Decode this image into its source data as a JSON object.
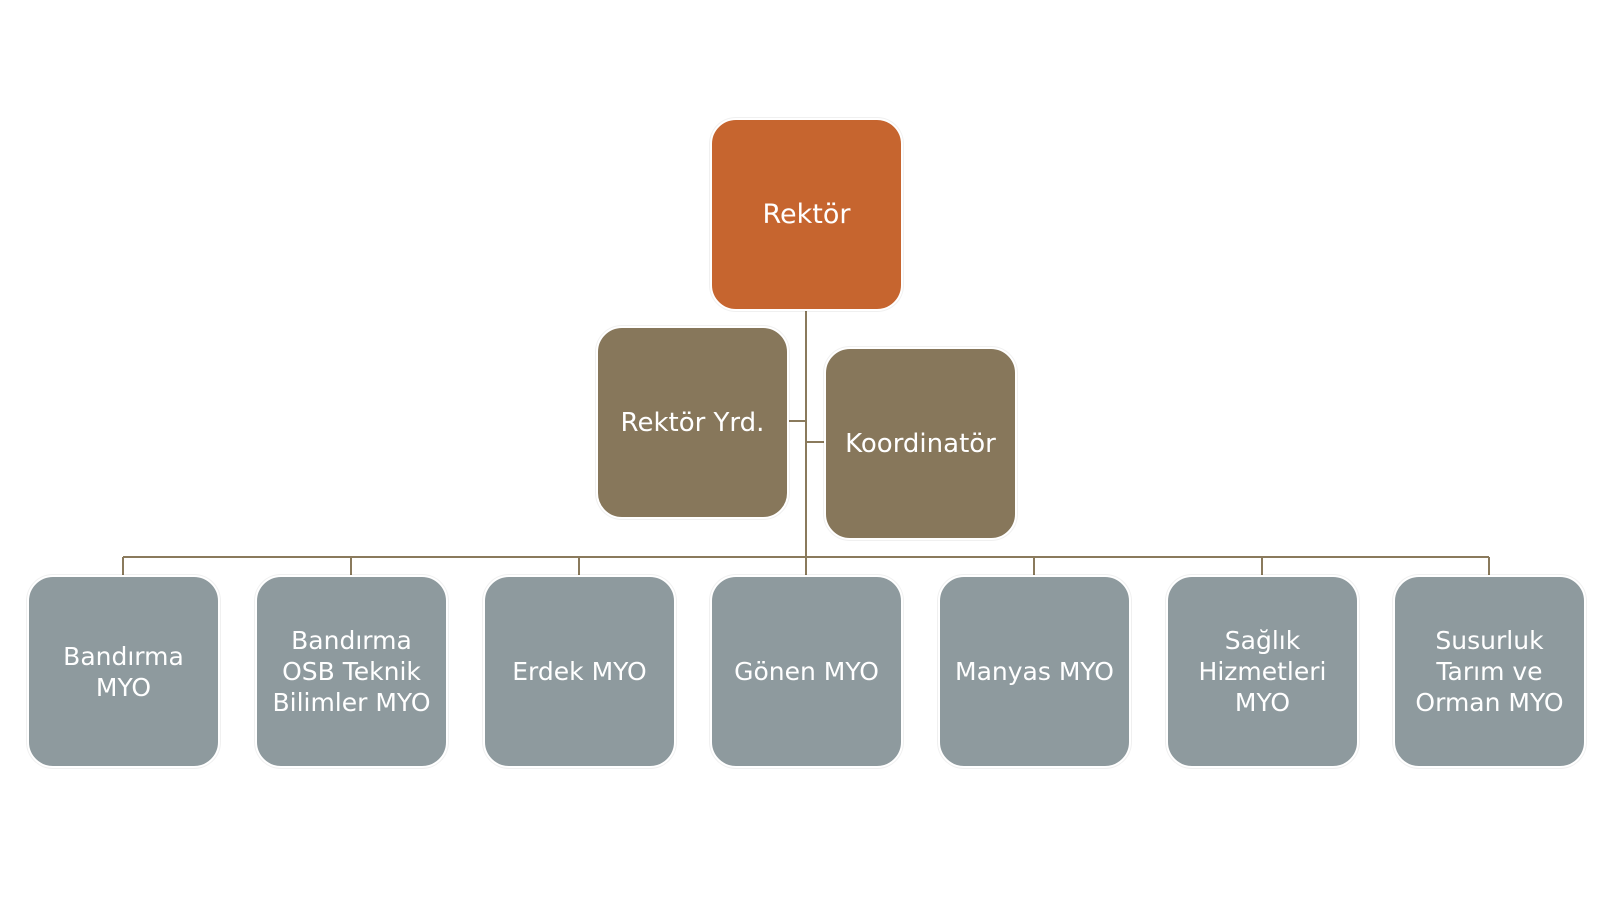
{
  "diagram": {
    "root": {
      "label": "Rektör",
      "color": "#c6652f"
    },
    "assistants": [
      {
        "label": "Rektör Yrd.",
        "color": "#87775b"
      },
      {
        "label": "Koordinatör",
        "color": "#87775b"
      }
    ],
    "units": [
      {
        "label": "Bandırma\nMYO"
      },
      {
        "label": "Bandırma\nOSB Teknik\nBilimler MYO"
      },
      {
        "label": "Erdek MYO"
      },
      {
        "label": "Gönen MYO"
      },
      {
        "label": "Manyas MYO"
      },
      {
        "label": "Sağlık\nHizmetleri\nMYO"
      },
      {
        "label": "Susurluk\nTarım ve\nOrman MYO"
      }
    ],
    "unit_color": "#8e9a9e",
    "connector_color": "#8a7a5c"
  }
}
